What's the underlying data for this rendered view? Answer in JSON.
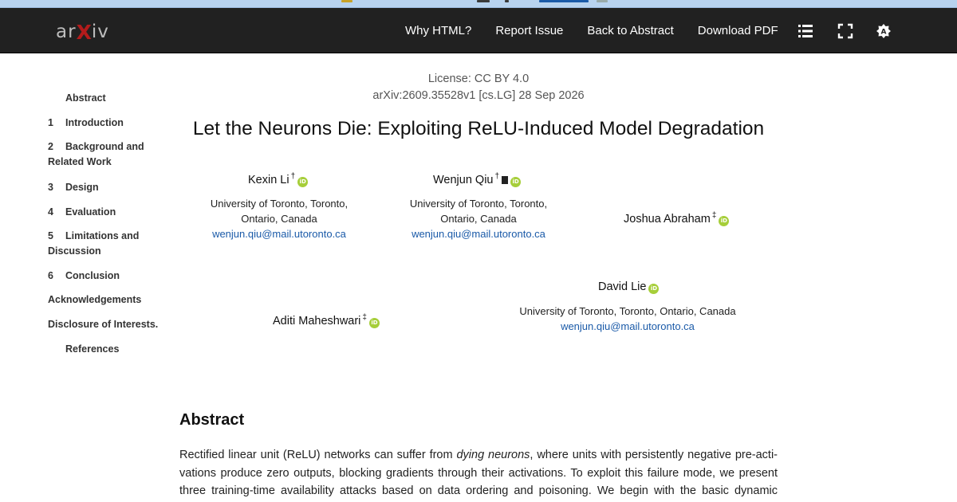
{
  "navbar": {
    "logo_left": "ar",
    "logo_x": "X",
    "logo_right": "iv",
    "links": [
      "Why HTML?",
      "Report Issue",
      "Back to Abstract",
      "Download PDF"
    ],
    "icons": [
      "list-icon",
      "fullscreen-icon",
      "theme-icon"
    ]
  },
  "toc": {
    "items": [
      {
        "num": "",
        "label": "Abstract"
      },
      {
        "num": "1",
        "label": "Introduction"
      },
      {
        "num": "2",
        "label": "Background and",
        "label2": "Related Work"
      },
      {
        "num": "3",
        "label": "Design"
      },
      {
        "num": "4",
        "label": "Evaluation"
      },
      {
        "num": "5",
        "label": "Limitations and",
        "label2": "Discussion"
      },
      {
        "num": "6",
        "label": "Conclusion"
      },
      {
        "num": "",
        "label": "Acknowledgements"
      },
      {
        "num": "",
        "label": "Disclosure of Interests."
      },
      {
        "num": "",
        "label": "References"
      }
    ]
  },
  "paper": {
    "license": "License: CC BY 4.0",
    "arxiv_id": "arXiv:2609.35528v1 [cs.LG] 28 Sep 2026",
    "title": "Let the Neurons Die: Exploiting ReLU-Induced Model Degradation"
  },
  "authors": [
    {
      "name": "Kexin Li",
      "mark": "†",
      "orcid": "iD"
    },
    {
      "name": "Wenjun Qiu",
      "mark": "†",
      "orcid": "iD"
    },
    {
      "name": "Joshua Abraham",
      "mark": "‡",
      "orcid": "iD"
    },
    {
      "name": "David Lie",
      "mark": "",
      "orcid": "iD"
    },
    {
      "name": "Aditi Maheshwari",
      "mark": "‡",
      "orcid": "iD"
    }
  ],
  "affiliations": {
    "a1_line1": "University of Toronto, Toronto,",
    "a1_line2": "Ontario, Canada",
    "a1_email": "wenjun.qiu@mail.utoronto.ca",
    "a2_line1": "University of Toronto, Toronto,",
    "a2_line2": "Ontario, Canada",
    "a2_email": "wenjun.qiu@mail.utoronto.ca",
    "a3_line1": "University of Toronto, Toronto, Ontario, Canada",
    "a3_email": "wenjun.qiu@mail.utoronto.ca"
  },
  "abstract": {
    "heading": "Abstract",
    "line1_pre": "Rectified linear unit (ReLU) networks can suffer from ",
    "line1_em": "dying neurons",
    "line1_post": ", where units with persistently negative pre-acti-",
    "line2": "vations produce zero outputs, blocking gradients through their activations. To exploit this failure mode, we present",
    "line3": "three training-time availability attacks based on data ordering and poisoning. We begin with the basic dynamic"
  },
  "colors": {
    "navbar_bg": "#212121",
    "logo_x": "#b31b1b",
    "orcid": "#a6ce39",
    "link": "#1a5aa8"
  }
}
